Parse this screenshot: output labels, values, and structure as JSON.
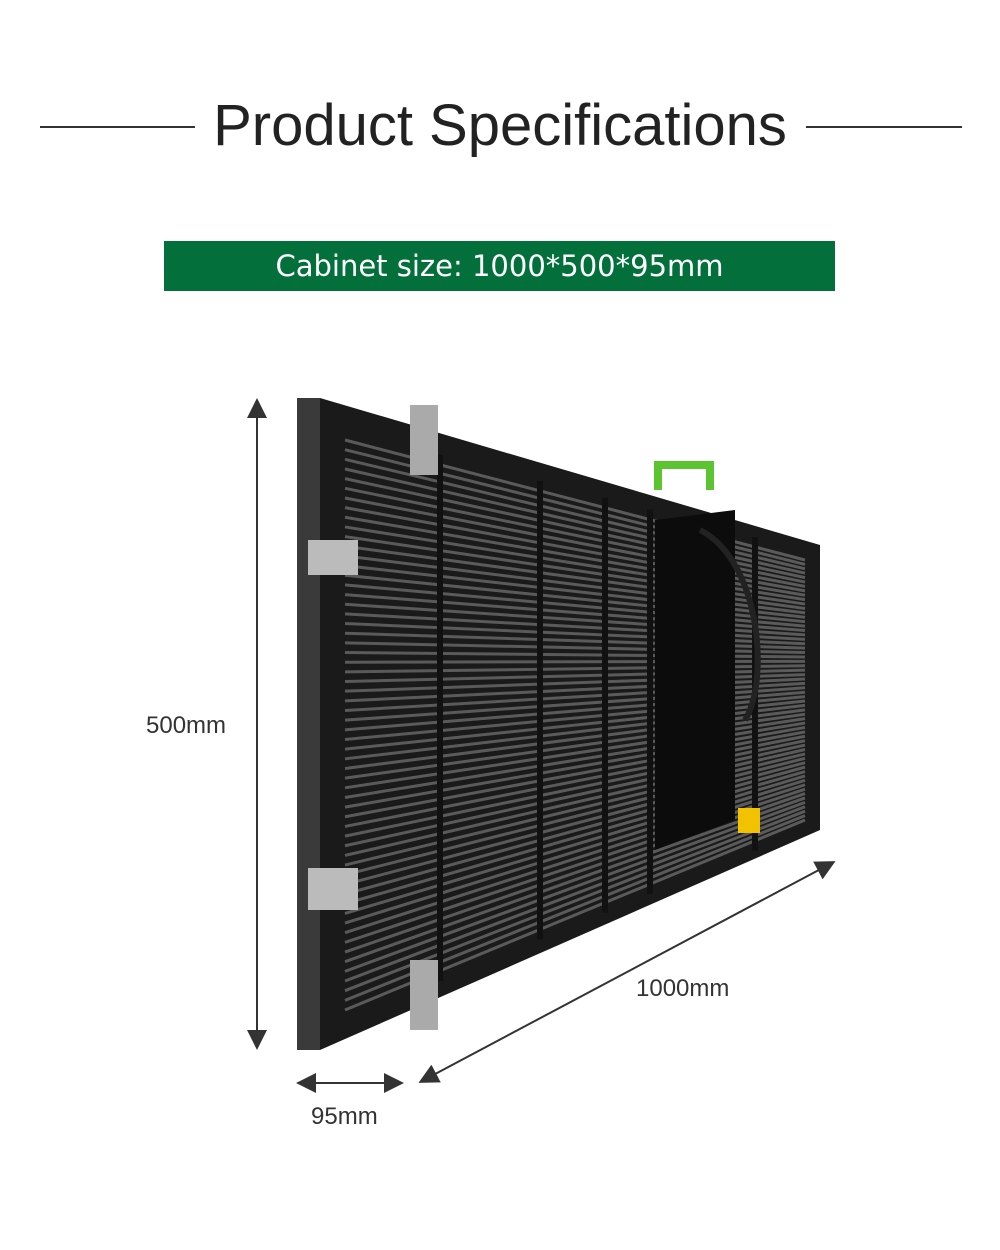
{
  "title": "Product Specifications",
  "banner": "Cabinet size: 1000*500*95mm",
  "dimensions": {
    "height": "500mm",
    "width": "1000mm",
    "depth": "95mm"
  },
  "colors": {
    "banner": "#03703c",
    "handle": "#5cc430",
    "connector": "#f2c200"
  }
}
